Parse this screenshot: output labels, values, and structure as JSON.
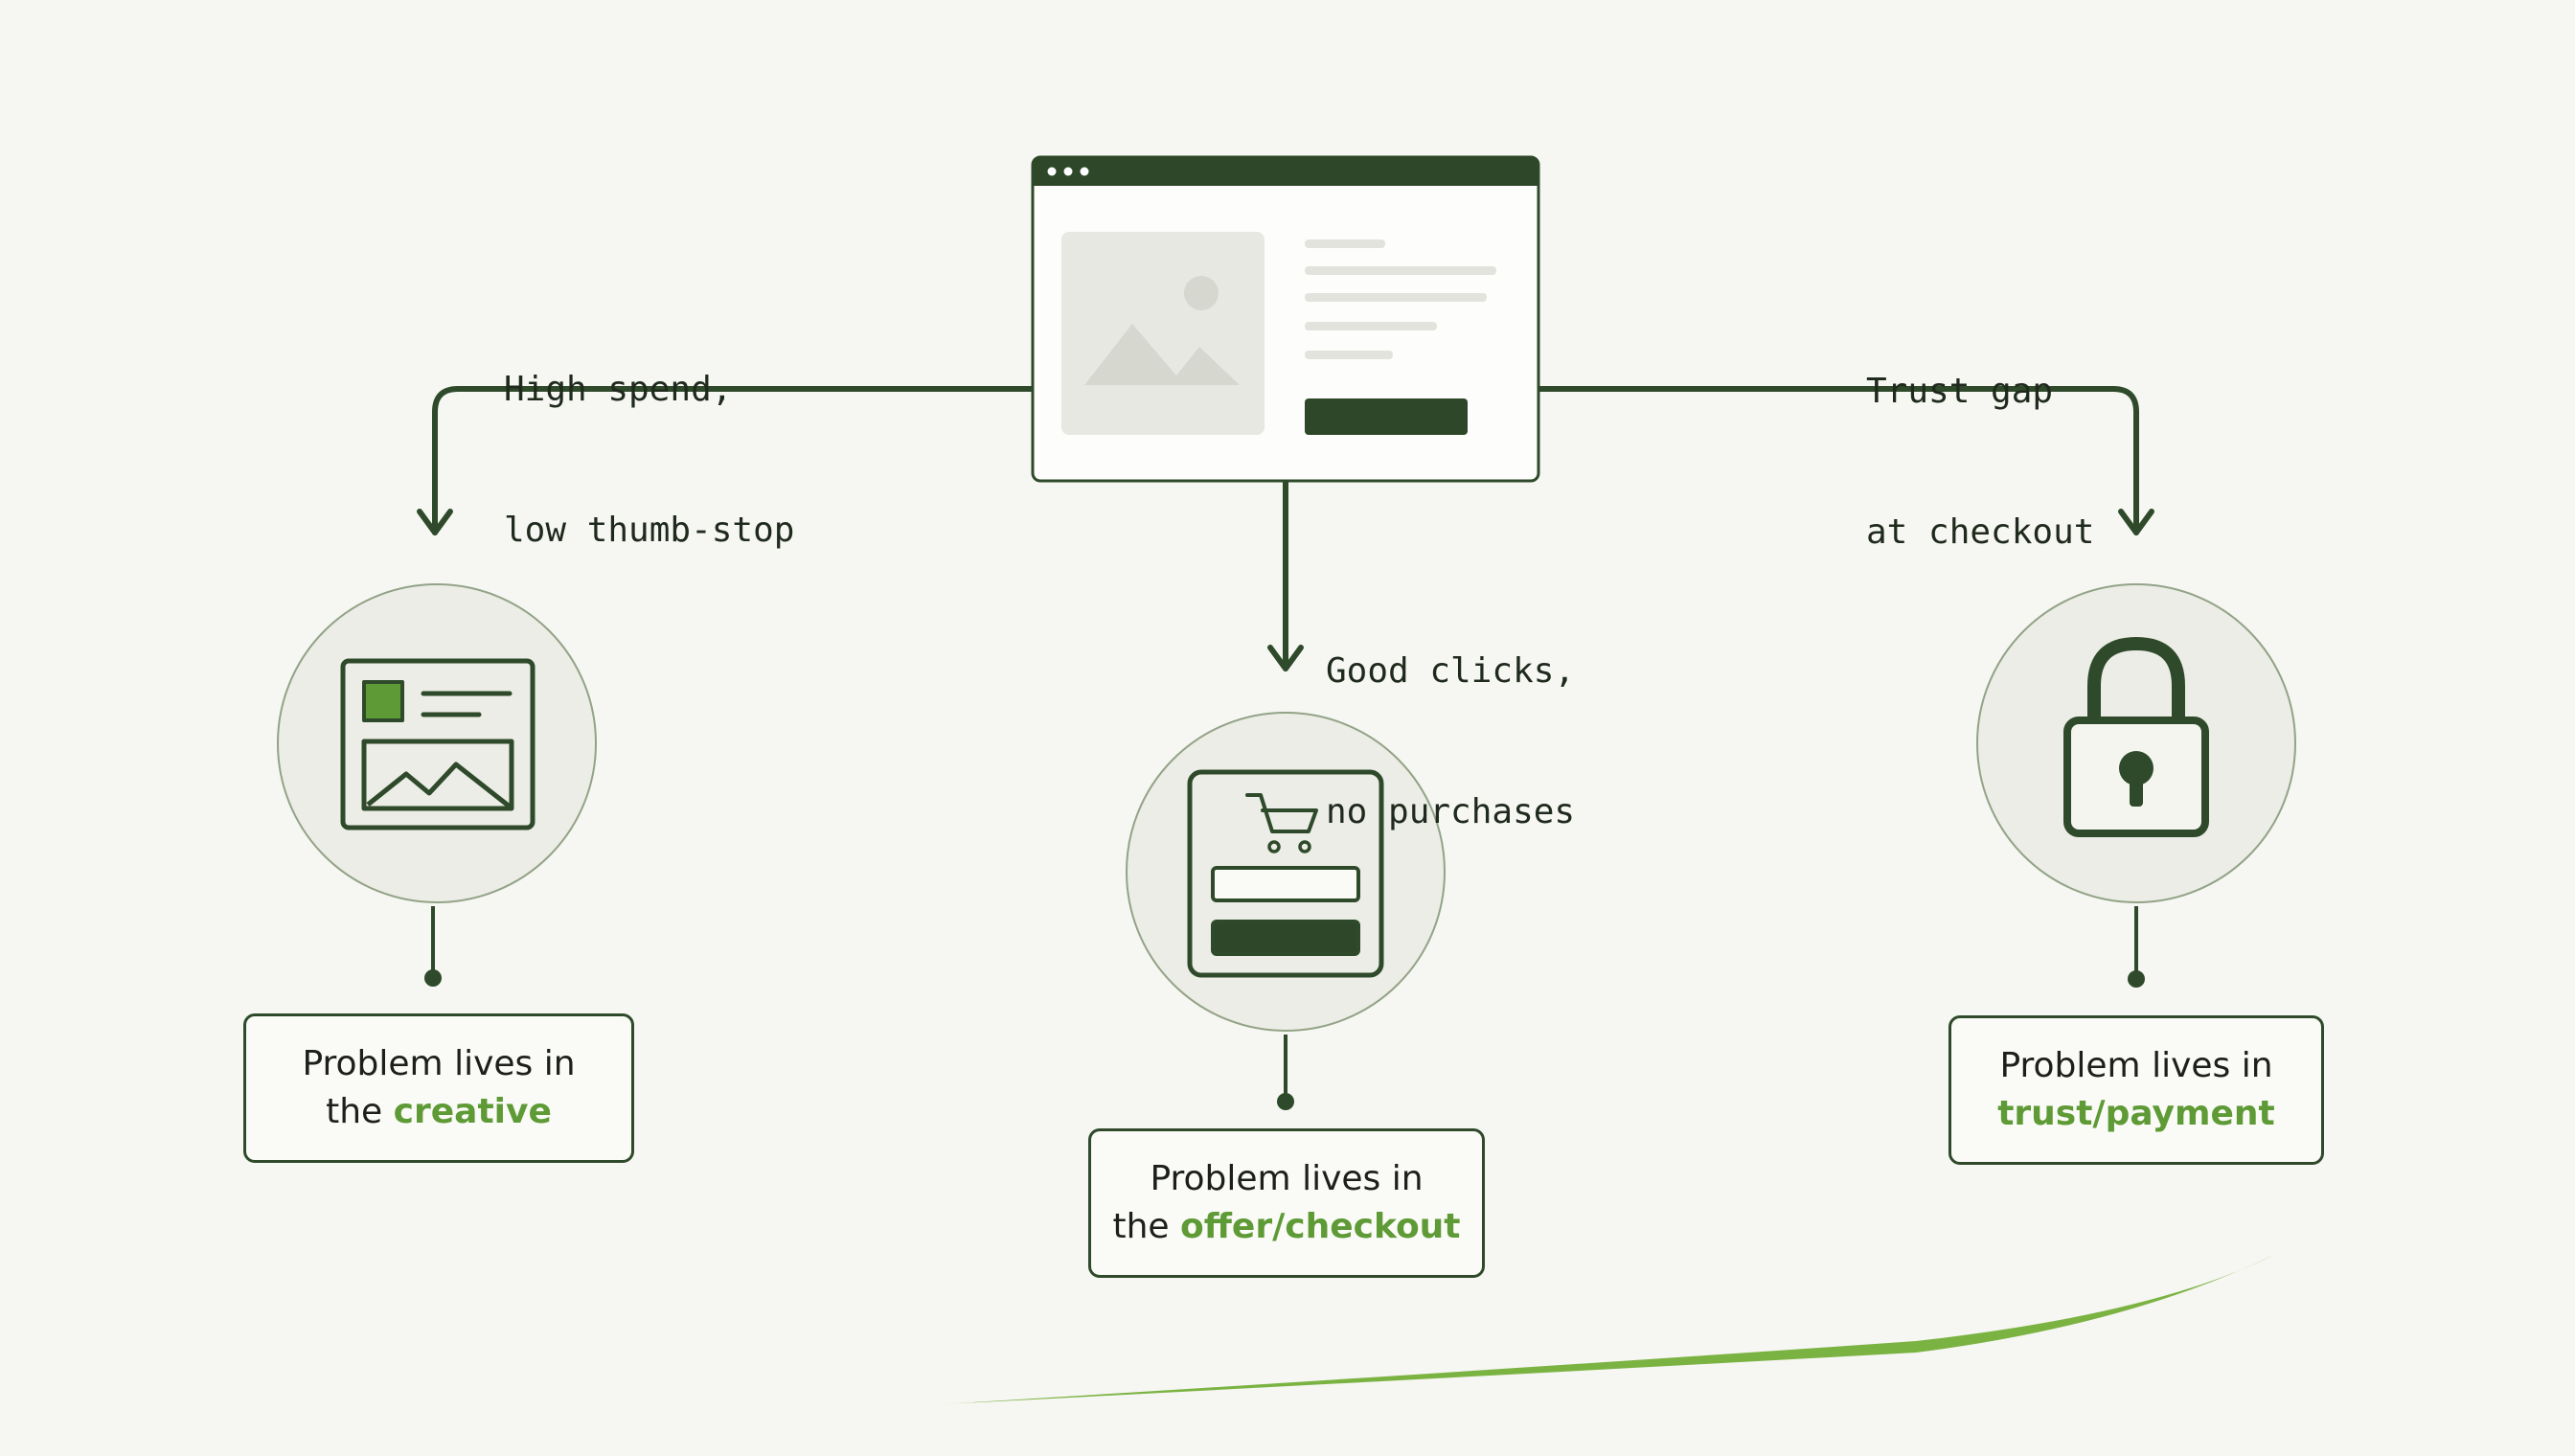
{
  "colors": {
    "background": "#f6f6f2",
    "dark_green": "#2f4a2a",
    "accent_green": "#5e9a35",
    "circle_fill": "#ecede6",
    "placeholder": "#e7e8e2"
  },
  "source": {
    "icon": "browser-ad-window-icon"
  },
  "branches": [
    {
      "label_lines": [
        "High spend,",
        "low thumb-stop"
      ],
      "icon": "ad-creative-icon",
      "result_prefix": "Problem lives in",
      "result_mid": "the",
      "result_accent": "creative"
    },
    {
      "label_lines": [
        "Good clicks,",
        "no purchases"
      ],
      "icon": "cart-checkout-icon",
      "result_prefix": "Problem lives in",
      "result_mid": "the",
      "result_accent": "offer/checkout"
    },
    {
      "label_lines": [
        "Trust gap",
        "at checkout"
      ],
      "icon": "padlock-icon",
      "result_prefix": "Problem lives in",
      "result_mid": "",
      "result_accent": "trust/payment"
    }
  ]
}
